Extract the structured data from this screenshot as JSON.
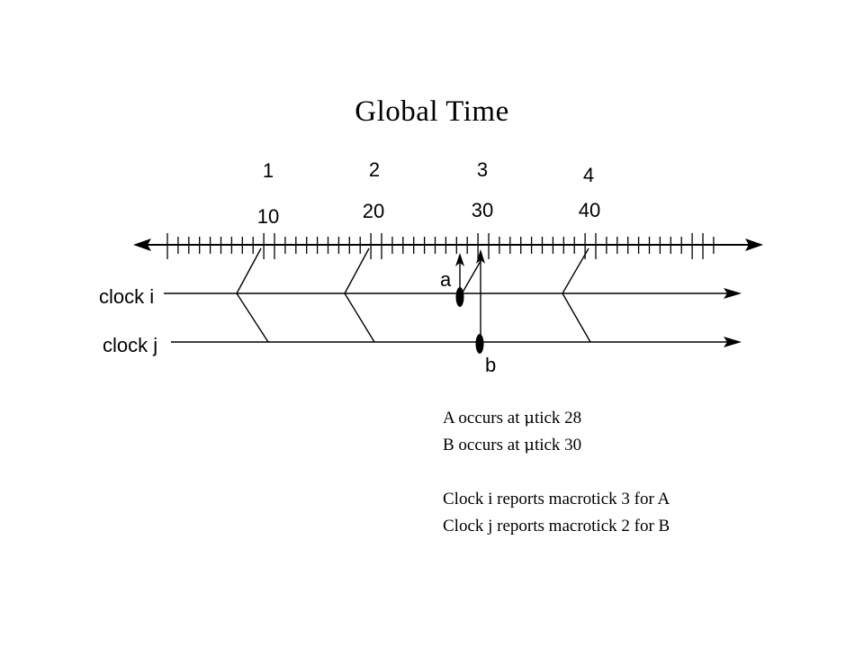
{
  "title": "Global Time",
  "macroticks": [
    {
      "index": "1",
      "microtick": "10"
    },
    {
      "index": "2",
      "microtick": "20"
    },
    {
      "index": "3",
      "microtick": "30"
    },
    {
      "index": "4",
      "microtick": "40"
    }
  ],
  "clocks": [
    {
      "label": "clock i"
    },
    {
      "label": "clock j"
    }
  ],
  "events": [
    {
      "label": "a",
      "clock": "clock i",
      "microtick": 28
    },
    {
      "label": "b",
      "clock": "clock j",
      "microtick": 30
    }
  ],
  "notes": {
    "a_prefix": "A occurs at ",
    "a_suffix": "tick 28",
    "b_prefix": "B occurs at ",
    "b_suffix": "tick 30",
    "clock_i_report": "Clock i reports macrotick 3 for A",
    "clock_j_report": "Clock j reports macrotick 2 for B",
    "mu_symbol": "μ"
  }
}
